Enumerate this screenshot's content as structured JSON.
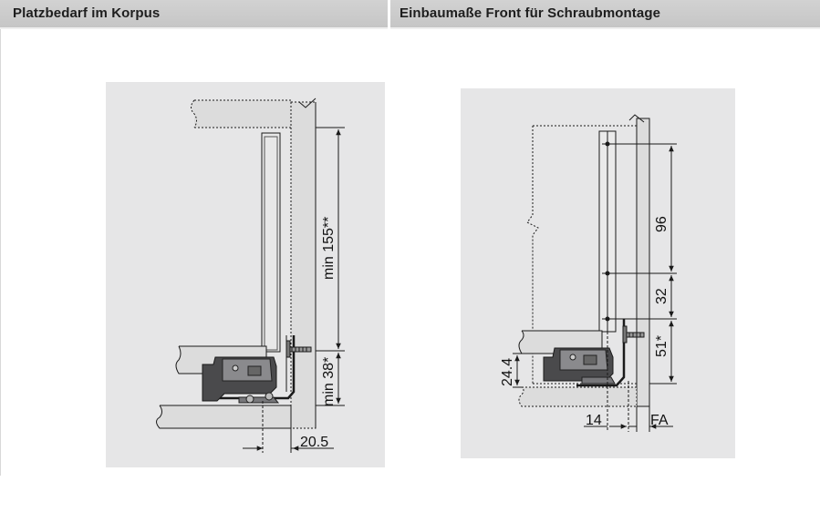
{
  "header": {
    "left_title": "Platzbedarf im Korpus",
    "right_title": "Einbaumaße Front für Schraubmontage"
  },
  "left_diagram": {
    "dim_height_label": "min 155**",
    "dim_bottom_label": "min 38*",
    "dim_width_label": "20.5"
  },
  "right_diagram": {
    "dim_96": "96",
    "dim_32": "32",
    "dim_51": "51*",
    "dim_24": "24.4",
    "dim_14": "14",
    "dim_fa": "FA"
  },
  "colors": {
    "panel_bg": "#e6e6e7",
    "board_fill": "#dcdcdc",
    "line": "#1a1a1a",
    "hinge_dark": "#4a4a4c",
    "hinge_mid": "#77777a"
  }
}
